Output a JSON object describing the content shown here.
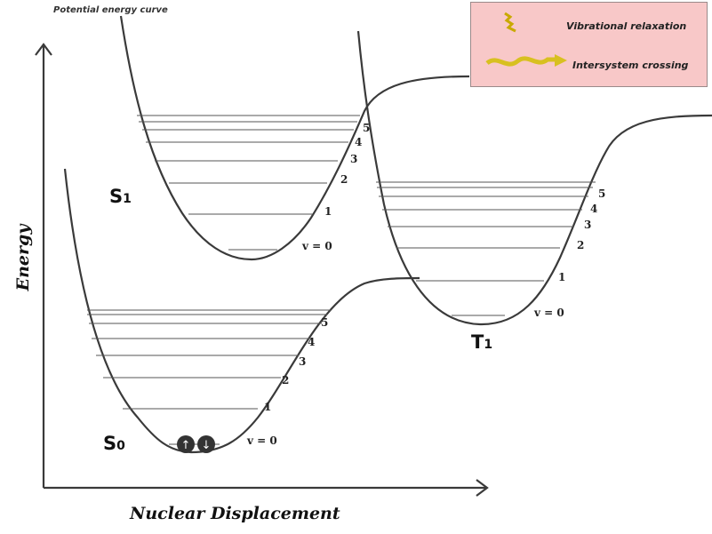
{
  "caption": "Potential energy curve",
  "axes": {
    "y_label": "Energy",
    "x_label": "Nuclear Displacement"
  },
  "legend": {
    "vibrational": "Vibrational relaxation",
    "intersystem": "Intersystem crossing"
  },
  "states": {
    "s0": {
      "label_main": "S",
      "label_sub": "0"
    },
    "s1": {
      "label_main": "S",
      "label_sub": "1"
    },
    "t1": {
      "label_main": "T",
      "label_sub": "1"
    }
  },
  "levels": {
    "v0": "v = 0",
    "n1": "1",
    "n2": "2",
    "n3": "3",
    "n4": "4",
    "n5": "5"
  },
  "electrons": {
    "up": "↑",
    "down": "↓"
  },
  "colors": {
    "curve": "#3a3a3a",
    "level_line": "#555555",
    "legend_bg": "#f8c8c8",
    "arrow_fill": "#e8d24a"
  }
}
